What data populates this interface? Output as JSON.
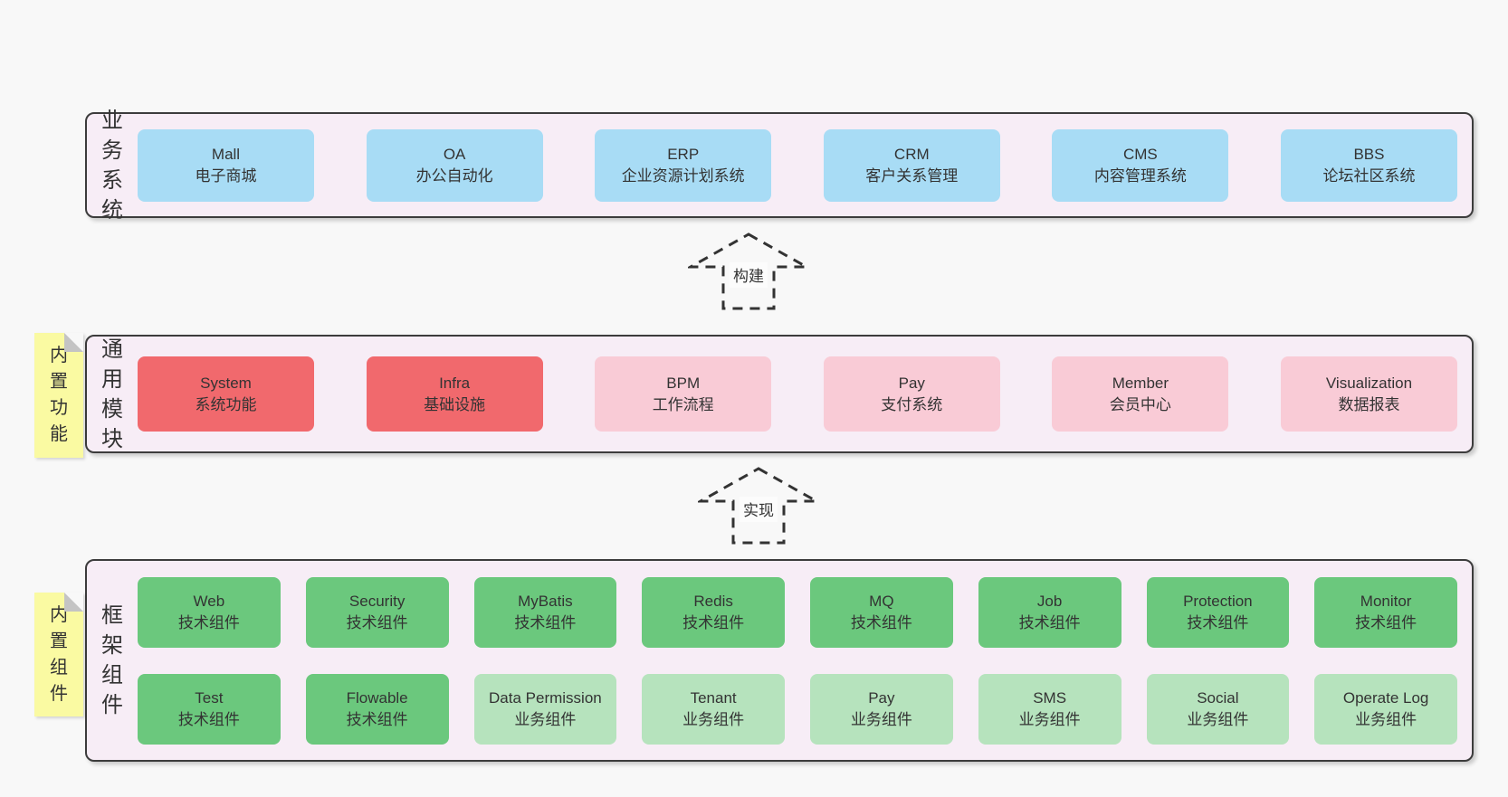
{
  "colors": {
    "page_bg": "#f8f8f8",
    "band_bg": "#f7edf6",
    "band_border": "#3c3c3c",
    "blue": "#a8dcf5",
    "red": "#f1696d",
    "pink": "#f9cbd6",
    "green": "#6bc87d",
    "light_green": "#b6e3bd",
    "sticky_yellow": "#fafaa2",
    "sticky_fold": "#c4c4c4",
    "text": "#333333"
  },
  "bands": {
    "business": {
      "label": "业务系统",
      "boxes": [
        {
          "en": "Mall",
          "cn": "电子商城",
          "variant": "blue"
        },
        {
          "en": "OA",
          "cn": "办公自动化",
          "variant": "blue"
        },
        {
          "en": "ERP",
          "cn": "企业资源计划系统",
          "variant": "blue"
        },
        {
          "en": "CRM",
          "cn": "客户关系管理",
          "variant": "blue"
        },
        {
          "en": "CMS",
          "cn": "内容管理系统",
          "variant": "blue"
        },
        {
          "en": "BBS",
          "cn": "论坛社区系统",
          "variant": "blue"
        }
      ]
    },
    "modules": {
      "label": "通用模块",
      "sticky": "内置功能",
      "boxes": [
        {
          "en": "System",
          "cn": "系统功能",
          "variant": "red"
        },
        {
          "en": "Infra",
          "cn": "基础设施",
          "variant": "red"
        },
        {
          "en": "BPM",
          "cn": "工作流程",
          "variant": "pink"
        },
        {
          "en": "Pay",
          "cn": "支付系统",
          "variant": "pink"
        },
        {
          "en": "Member",
          "cn": "会员中心",
          "variant": "pink"
        },
        {
          "en": "Visualization",
          "cn": "数据报表",
          "variant": "pink"
        }
      ]
    },
    "components": {
      "label": "框架组件",
      "sticky": "内置组件",
      "row1": [
        {
          "en": "Web",
          "cn": "技术组件",
          "variant": "green"
        },
        {
          "en": "Security",
          "cn": "技术组件",
          "variant": "green"
        },
        {
          "en": "MyBatis",
          "cn": "技术组件",
          "variant": "green"
        },
        {
          "en": "Redis",
          "cn": "技术组件",
          "variant": "green"
        },
        {
          "en": "MQ",
          "cn": "技术组件",
          "variant": "green"
        },
        {
          "en": "Job",
          "cn": "技术组件",
          "variant": "green"
        },
        {
          "en": "Protection",
          "cn": "技术组件",
          "variant": "green"
        },
        {
          "en": "Monitor",
          "cn": "技术组件",
          "variant": "green"
        }
      ],
      "row2": [
        {
          "en": "Test",
          "cn": "技术组件",
          "variant": "green"
        },
        {
          "en": "Flowable",
          "cn": "技术组件",
          "variant": "green"
        },
        {
          "en": "Data Permission",
          "cn": "业务组件",
          "variant": "lightgreen"
        },
        {
          "en": "Tenant",
          "cn": "业务组件",
          "variant": "lightgreen"
        },
        {
          "en": "Pay",
          "cn": "业务组件",
          "variant": "lightgreen"
        },
        {
          "en": "SMS",
          "cn": "业务组件",
          "variant": "lightgreen"
        },
        {
          "en": "Social",
          "cn": "业务组件",
          "variant": "lightgreen"
        },
        {
          "en": "Operate Log",
          "cn": "业务组件",
          "variant": "lightgreen"
        }
      ]
    }
  },
  "arrows": [
    {
      "label": "构建"
    },
    {
      "label": "实现"
    }
  ]
}
